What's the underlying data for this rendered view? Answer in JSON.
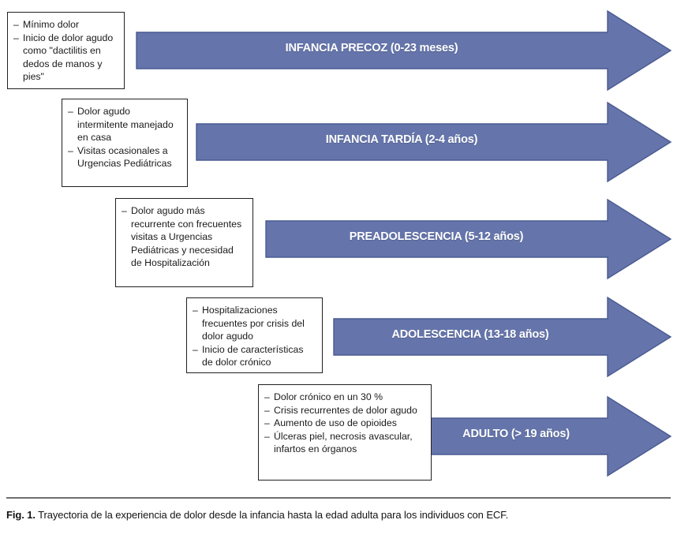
{
  "figure": {
    "accent_color": "#6575ab",
    "arrow_border_color": "#4a5a91",
    "box_border_color": "#231f20",
    "stages": [
      {
        "label": "INFANCIA PRECOZ (0-23 meses)",
        "notes": [
          "Mínimo dolor",
          "Inicio de dolor agudo como \"dactilitis en dedos de manos y pies\""
        ]
      },
      {
        "label": "INFANCIA TARDÍA (2-4 años)",
        "notes": [
          "Dolor agudo intermitente manejado en casa",
          "Visitas ocasionales a Urgencias Pediátricas"
        ]
      },
      {
        "label": "PREADOLESCENCIA (5-12 años)",
        "notes": [
          "Dolor agudo más recurrente con frecuentes visitas a Urgencias Pediátricas y necesidad de Hospitalización"
        ]
      },
      {
        "label": "ADOLESCENCIA (13-18 años)",
        "notes": [
          "Hospitalizaciones frecuentes por crisis del dolor agudo",
          "Inicio de características de dolor crónico"
        ]
      },
      {
        "label": "ADULTO (> 19 años)",
        "notes": [
          "Dolor crónico en un 30 %",
          "Crisis recurrentes de dolor agudo",
          "Aumento de uso de opioides",
          "Úlceras piel, necrosis avascular, infartos en órganos"
        ]
      }
    ]
  },
  "caption": {
    "label": "Fig. 1.",
    "text": "Trayectoria de la experiencia de dolor desde la infancia hasta la edad adulta para los individuos con ECF."
  }
}
